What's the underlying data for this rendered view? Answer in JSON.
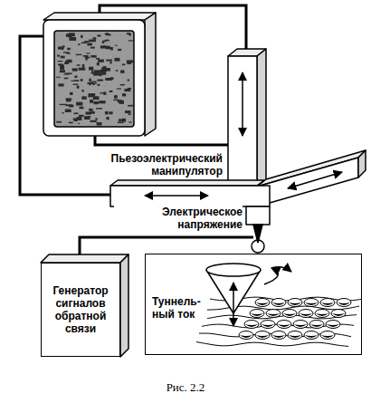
{
  "diagram": {
    "caption": "Рис. 2.2",
    "nodes": [
      {
        "text": [
          "Генератор сигналов обратной связи"
        ]
      },
      {
        "text": [
          "Туннель- ный ток"
        ]
      }
    ],
    "labels": [
      "Пьезоэлектрический манипулятор",
      "Электрическое напряжение"
    ]
  }
}
